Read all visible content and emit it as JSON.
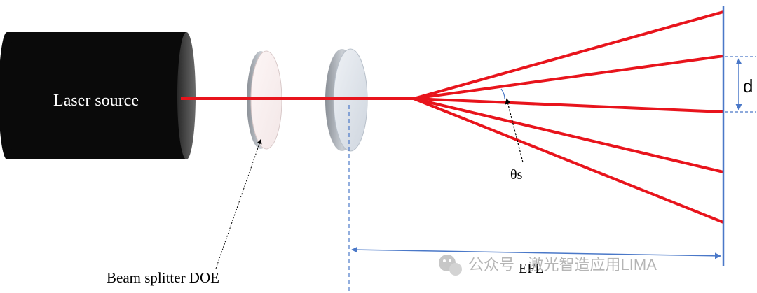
{
  "labels": {
    "laser_source": "Laser source",
    "beam_splitter": "Beam splitter DOE",
    "theta": "θs",
    "d": "d",
    "efl": "EFL"
  },
  "watermark": {
    "text": "公众号 · 激光智造应用LIMA",
    "icon": "wechat-icon"
  },
  "colors": {
    "beam": "#e8141c",
    "screen": "#4a78c8",
    "dimension": "#4a78c8",
    "source_body": "#0a0a0a",
    "lens": "#dde2ea"
  }
}
